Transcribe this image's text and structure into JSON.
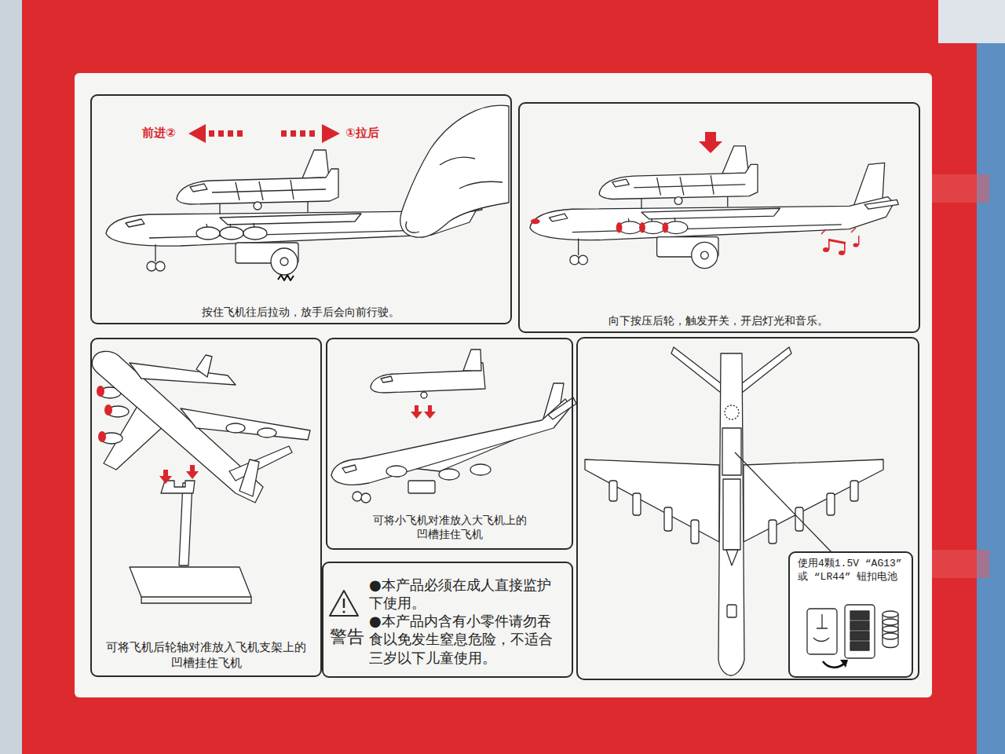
{
  "diagram": {
    "nodes": [
      {
        "text": [
          "按住飞机往后拉动，放手后会向前行驶。"
        ]
      },
      {
        "text": [
          "向下按压后轮，触发开关，开启灯光和音乐。"
        ]
      },
      {
        "text": [
          "可将飞机后轮轴对准放入飞机支架上的凹槽挂住飞机"
        ]
      },
      {
        "text": [
          "可将小飞机对准放入大飞机上的凹槽挂住飞机"
        ]
      },
      {
        "text": [
          "警告",
          "●本产品必须在成人直接监护下使用。",
          "●本产品内含有小零件请勿吞食以免发生窒息危险，不适合三岁以下儿童使用。"
        ]
      },
      {
        "text": [
          "使用4颗1.5V “AG13” 或 “LR44” 钮扣电池"
        ]
      }
    ],
    "labels": [
      "前进②",
      "①拉后"
    ]
  }
}
